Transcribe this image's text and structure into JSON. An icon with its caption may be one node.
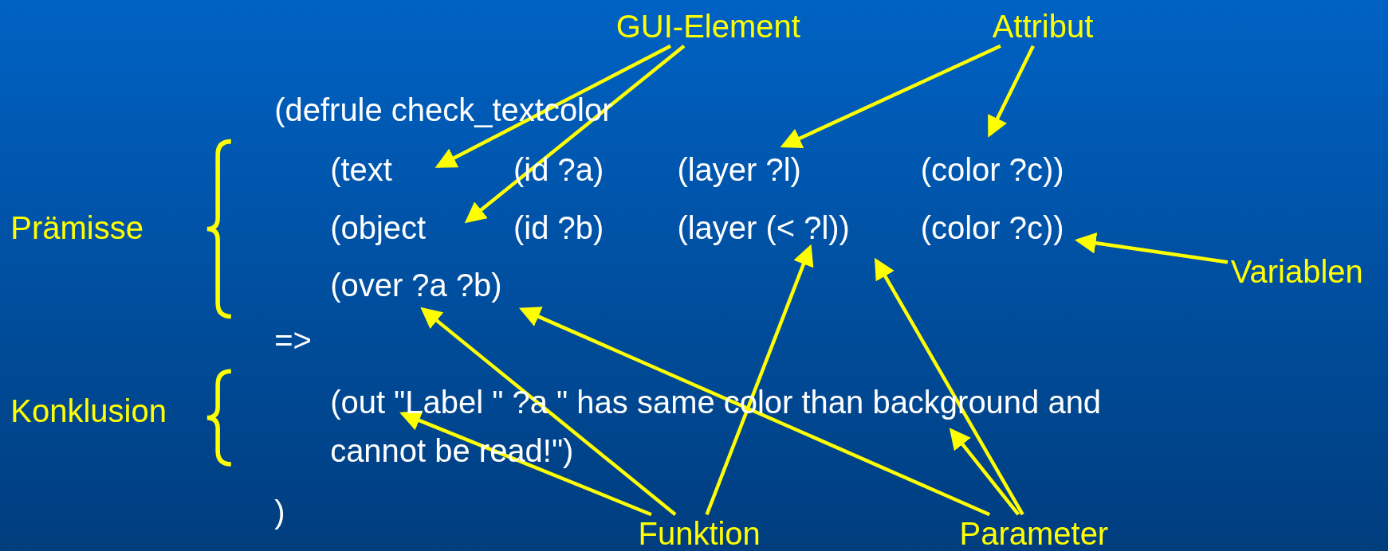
{
  "diagram": {
    "nodes": [
      {
        "text": [
          "GUI-Element"
        ]
      },
      {
        "text": [
          "Attribut"
        ]
      },
      {
        "text": [
          "(text"
        ]
      },
      {
        "text": [
          "(layer ?l)"
        ]
      },
      {
        "text": [
          "(color ?c))"
        ]
      },
      {
        "text": [
          "(object"
        ]
      },
      {
        "text": [
          "(layer (< ?l))"
        ]
      },
      {
        "text": [
          "(color ?c))"
        ]
      },
      {
        "text": [
          "Variablen"
        ]
      },
      {
        "text": [
          "(over ?a ?b)"
        ]
      },
      {
        "text": [
          "(out \"Label \" ?a \" has same color than background and cannot be read!\")"
        ]
      },
      {
        "text": [
          "Funktion"
        ]
      },
      {
        "text": [
          "Parameter"
        ]
      }
    ],
    "edges": [
      {
        "from": 0,
        "to": 2,
        "arrow": "to"
      },
      {
        "from": 0,
        "to": 5,
        "arrow": "to"
      },
      {
        "from": 1,
        "to": 3,
        "arrow": "to"
      },
      {
        "from": 1,
        "to": 4,
        "arrow": "to"
      },
      {
        "from": 8,
        "to": 7,
        "arrow": "to"
      },
      {
        "from": 11,
        "to": 9,
        "arrow": "to"
      },
      {
        "from": 11,
        "to": 10,
        "arrow": "to"
      },
      {
        "from": 11,
        "to": 6,
        "arrow": "to"
      },
      {
        "from": 12,
        "to": 9,
        "arrow": "to"
      },
      {
        "from": 12,
        "to": 10,
        "arrow": "to"
      },
      {
        "from": 12,
        "to": 6,
        "arrow": "to"
      }
    ],
    "labels": [
      "(defrule check_textcolor",
      "(id ?a)",
      "Prämisse",
      "(id ?b)",
      "=>",
      "Konklusion",
      ")"
    ]
  }
}
